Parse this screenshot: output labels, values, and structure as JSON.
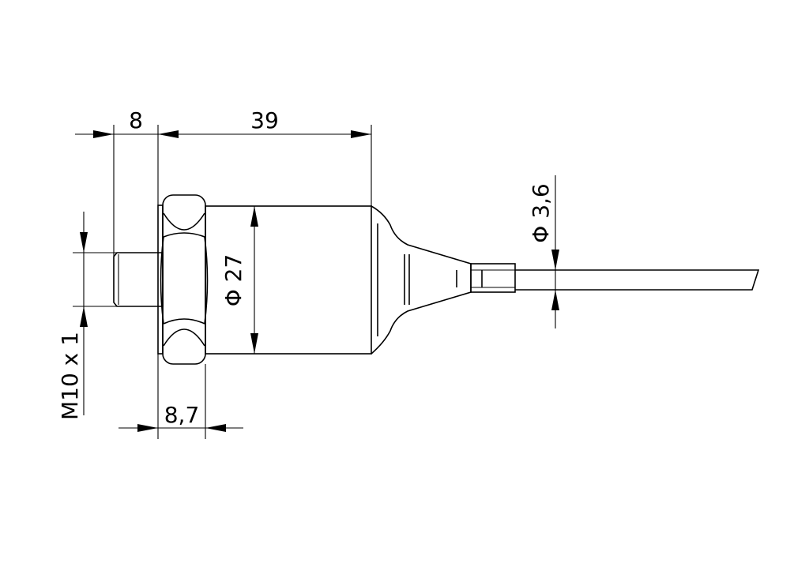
{
  "dimensions": {
    "thread_length": "8",
    "body_length": "39",
    "body_diameter": "Φ 27",
    "cable_diameter": "Φ 3,6",
    "thread_spec": "M10 x 1",
    "nut_width": "8,7"
  }
}
